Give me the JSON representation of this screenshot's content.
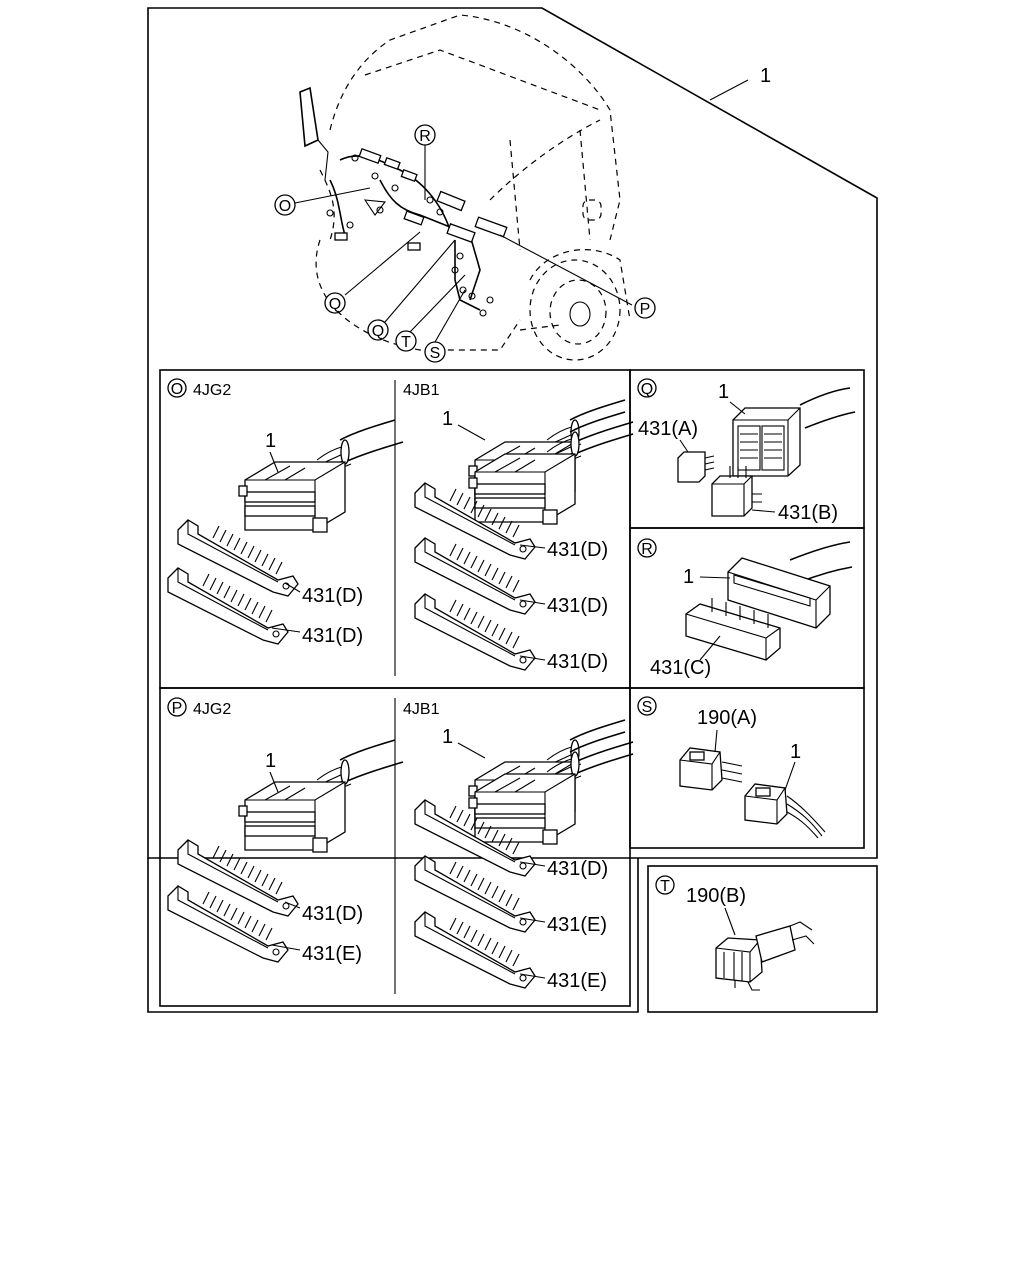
{
  "callouts": {
    "main": "1",
    "O": "O",
    "R": "R",
    "P": "P",
    "Q1": "Q",
    "Q2": "Q",
    "T": "T",
    "S": "S"
  },
  "panels": {
    "O": {
      "tag": "O",
      "engine_a": "4JG2",
      "engine_b": "4JB1",
      "a_item": "1",
      "a_p1": "431(D)",
      "a_p2": "431(D)",
      "b_item": "1",
      "b_p1": "431(D)",
      "b_p2": "431(D)",
      "b_p3": "431(D)"
    },
    "P": {
      "tag": "P",
      "engine_a": "4JG2",
      "engine_b": "4JB1",
      "a_item": "1",
      "a_p1": "431(D)",
      "a_p2": "431(E)",
      "b_item": "1",
      "b_p1": "431(D)",
      "b_p2": "431(E)",
      "b_p3": "431(E)"
    },
    "Q": {
      "tag": "Q",
      "item": "1",
      "p1": "431(A)",
      "p2": "431(B)"
    },
    "R": {
      "tag": "R",
      "item": "1",
      "p1": "431(C)"
    },
    "S": {
      "tag": "S",
      "item": "1",
      "p1": "190(A)"
    },
    "T": {
      "tag": "T",
      "p1": "190(B)"
    }
  }
}
